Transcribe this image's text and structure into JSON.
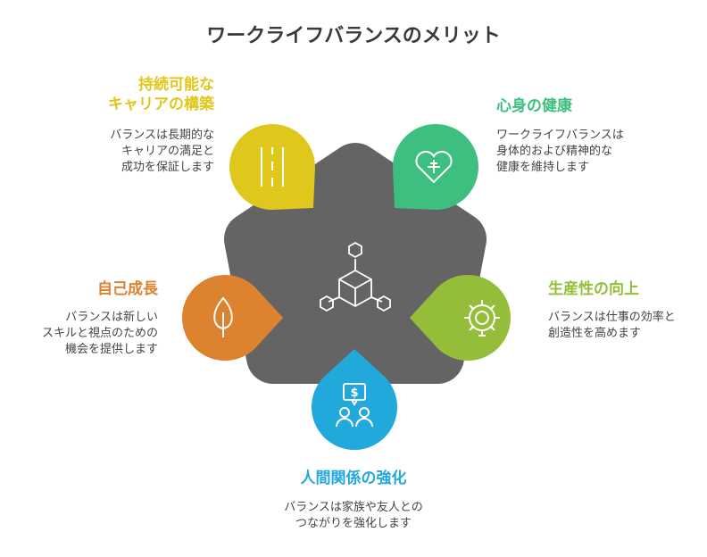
{
  "title": "ワークライフバランスのメリット",
  "colors": {
    "center": "#646464",
    "yellow": "#DFC71B",
    "green": "#3DC07F",
    "orange": "#DD8330",
    "lime": "#94BE3A",
    "blue": "#22A9DC"
  },
  "items": [
    {
      "heading": "持続可能な\nキャリアの構築",
      "desc": "バランスは長期的な\nキャリアの満足と\n成功を保証します",
      "icon": "road-icon"
    },
    {
      "heading": "心身の健康",
      "desc": "ワークライフバランスは\n身体的および精神的な\n健康を維持します",
      "icon": "heart-plus-icon"
    },
    {
      "heading": "自己成長",
      "desc": "バランスは新しい\nスキルと視点のための\n機会を提供します",
      "icon": "tree-icon"
    },
    {
      "heading": "生産性の向上",
      "desc": "バランスは仕事の効率と\n創造性を高めます",
      "icon": "gear-bulb-icon"
    },
    {
      "heading": "人間関係の強化",
      "desc": "バランスは家族や友人との\nつながりを強化します",
      "icon": "people-chat-icon"
    }
  ]
}
